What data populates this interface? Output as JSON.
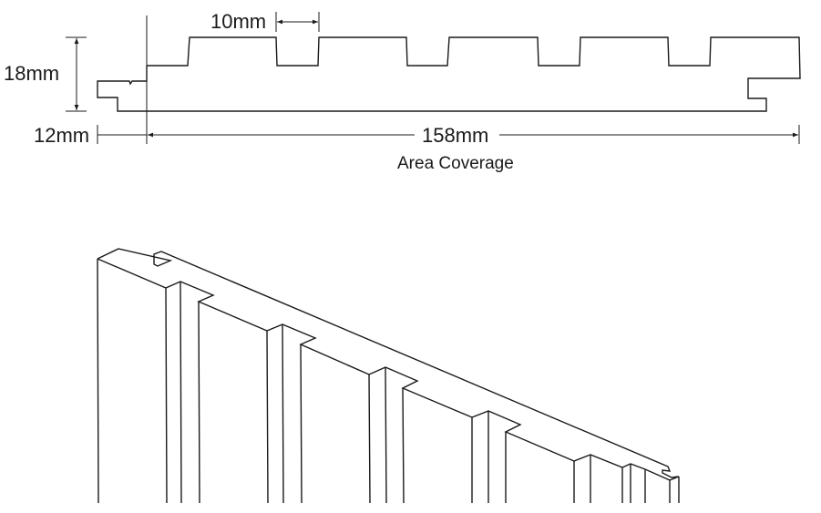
{
  "dimensions": {
    "height": "18mm",
    "groove_width": "10mm",
    "tongue": "12mm",
    "coverage": "158mm",
    "coverage_caption": "Area Coverage"
  },
  "colors": {
    "line": "#1a1a1a",
    "background": "#ffffff"
  }
}
